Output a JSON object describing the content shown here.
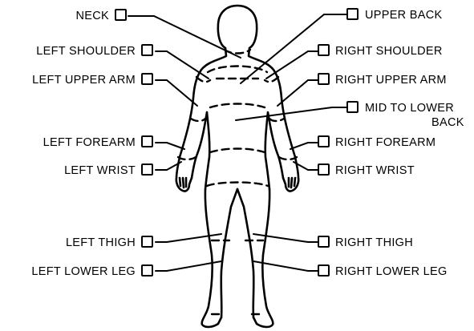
{
  "labels": {
    "neck": "NECK",
    "upper_back": "UPPER BACK",
    "left_shoulder": "LEFT SHOULDER",
    "right_shoulder": "RIGHT SHOULDER",
    "left_upper_arm": "LEFT UPPER ARM",
    "right_upper_arm": "RIGHT UPPER ARM",
    "mid_to_lower_back_line1": "MID TO LOWER",
    "mid_to_lower_back_line2": "BACK",
    "left_forearm": "LEFT FOREARM",
    "right_forearm": "RIGHT FOREARM",
    "left_wrist": "LEFT WRIST",
    "right_wrist": "RIGHT WRIST",
    "left_thigh": "LEFT THIGH",
    "right_thigh": "RIGHT THIGH",
    "left_lower_leg": "LEFT LOWER LEG",
    "right_lower_leg": "RIGHT LOWER LEG"
  },
  "checkboxes": {
    "neck": false,
    "upper_back": false,
    "left_shoulder": false,
    "right_shoulder": false,
    "left_upper_arm": false,
    "right_upper_arm": false,
    "mid_to_lower_back": false,
    "left_forearm": false,
    "right_forearm": false,
    "left_wrist": false,
    "right_wrist": false,
    "left_thigh": false,
    "right_thigh": false,
    "left_lower_leg": false,
    "right_lower_leg": false
  },
  "colors": {
    "ink": "#000000",
    "background": "#ffffff"
  }
}
